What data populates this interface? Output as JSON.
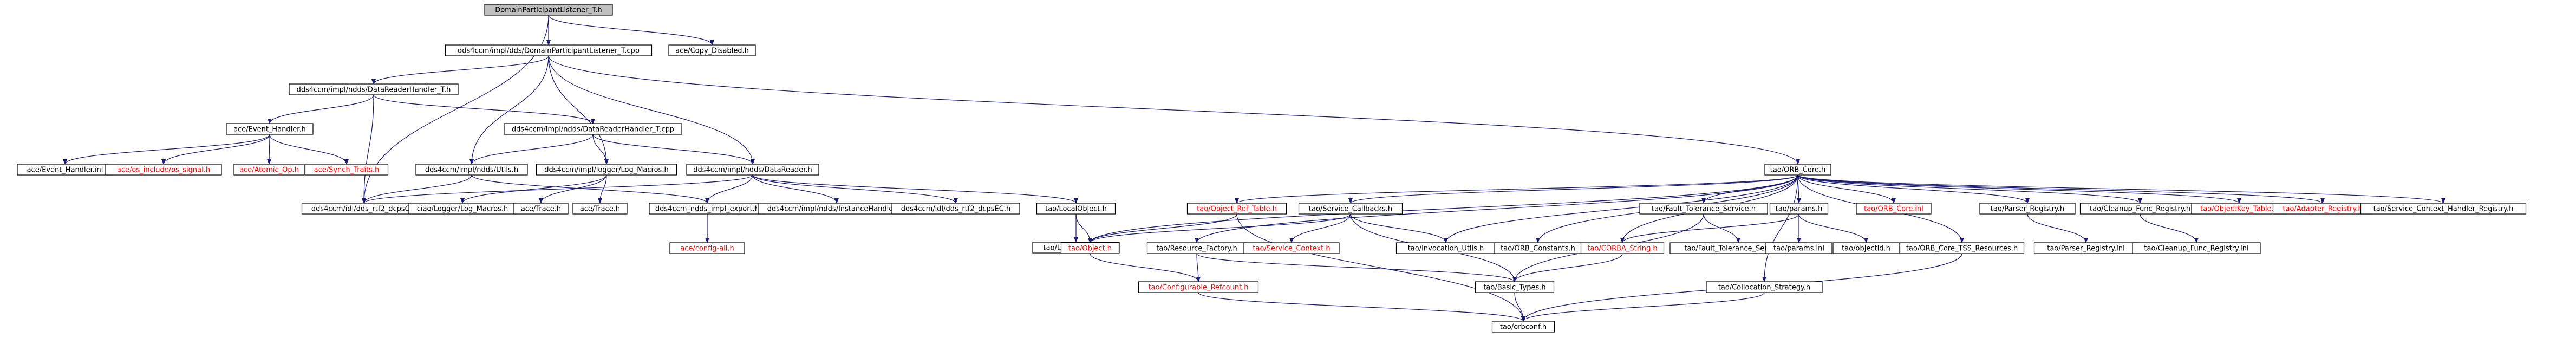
{
  "diagram": {
    "type": "include-dependency-graph",
    "edge_color": "#191970",
    "root_fill": "#bfbfbf",
    "missing_file_text_color": "#ff0000",
    "nodes": [
      {
        "id": "root",
        "label": "DomainParticipantListener_T.h",
        "root": true
      },
      {
        "id": "dplt_cpp",
        "label": "dds4ccm/impl/dds/DomainParticipantListener_T.cpp"
      },
      {
        "id": "copy_disabled",
        "label": "ace/Copy_Disabled.h"
      },
      {
        "id": "drh_h",
        "label": "dds4ccm/impl/ndds/DataReaderHandler_T.h"
      },
      {
        "id": "event_handler_h",
        "label": "ace/Event_Handler.h"
      },
      {
        "id": "drh_cpp",
        "label": "dds4ccm/impl/ndds/DataReaderHandler_T.cpp"
      },
      {
        "id": "event_handler_inl",
        "label": "ace/Event_Handler.inl"
      },
      {
        "id": "os_signal",
        "label": "ace/os_include/os_signal.h",
        "missing": true
      },
      {
        "id": "atomic_op",
        "label": "ace/Atomic_Op.h",
        "missing": true
      },
      {
        "id": "synch_traits",
        "label": "ace/Synch_Traits.h",
        "missing": true
      },
      {
        "id": "utils_h",
        "label": "dds4ccm/impl/ndds/Utils.h"
      },
      {
        "id": "log_macros_h",
        "label": "dds4ccm/impl/logger/Log_Macros.h"
      },
      {
        "id": "datareader_h",
        "label": "dds4ccm/impl/ndds/DataReader.h"
      },
      {
        "id": "dds_rtf2_dcpsc_h",
        "label": "dds4ccm/idl/dds_rtf2_dcpsC.h"
      },
      {
        "id": "ciao_log_macros",
        "label": "ciao/Logger/Log_Macros.h"
      },
      {
        "id": "ace_trace",
        "label": "ace/Trace.h"
      },
      {
        "id": "ace_trace2",
        "label": "ace/Trace.h"
      },
      {
        "id": "ndds_export",
        "label": "dds4ccm_ndds_impl_export.h"
      },
      {
        "id": "config_all",
        "label": "ace/config-all.h",
        "missing": true
      },
      {
        "id": "instance_handle",
        "label": "dds4ccm/impl/ndds/InstanceHandle_t.h"
      },
      {
        "id": "dds_rtf2_dcpsec_h",
        "label": "dds4ccm/idl/dds_rtf2_dcpsEC.h"
      },
      {
        "id": "local_object_h",
        "label": "tao/LocalObject.h"
      },
      {
        "id": "local_object_inl",
        "label": "tao/LocalObject.inl"
      },
      {
        "id": "orb_core_h",
        "label": "tao/ORB_Core.h"
      },
      {
        "id": "object_ref_table",
        "label": "tao/Object_Ref_Table.h",
        "missing": true
      },
      {
        "id": "tao_object_h",
        "label": "tao/Object.h",
        "missing": true
      },
      {
        "id": "service_callbacks",
        "label": "tao/Service_Callbacks.h"
      },
      {
        "id": "resource_factory",
        "label": "tao/Resource_Factory.h"
      },
      {
        "id": "service_context",
        "label": "tao/Service_Context.h",
        "missing": true
      },
      {
        "id": "configurable_refcount",
        "label": "tao/Configurable_Refcount.h",
        "missing": true
      },
      {
        "id": "invocation_utils",
        "label": "tao/Invocation_Utils.h"
      },
      {
        "id": "orb_constants",
        "label": "tao/ORB_Constants.h"
      },
      {
        "id": "ft_service",
        "label": "tao/Fault_Tolerance_Service.h"
      },
      {
        "id": "corba_string",
        "label": "tao/CORBA_String.h",
        "missing": true
      },
      {
        "id": "ft_service_inl",
        "label": "tao/Fault_Tolerance_Service.inl"
      },
      {
        "id": "basic_types",
        "label": "tao/Basic_Types.h"
      },
      {
        "id": "params_h",
        "label": "tao/params.h"
      },
      {
        "id": "params_inl",
        "label": "tao/params.inl"
      },
      {
        "id": "objectid",
        "label": "tao/objectid.h"
      },
      {
        "id": "orb_core_inl",
        "label": "tao/ORB_Core.inl",
        "missing": true
      },
      {
        "id": "tss_resources",
        "label": "tao/ORB_Core_TSS_Resources.h"
      },
      {
        "id": "collocation",
        "label": "tao/Collocation_Strategy.h"
      },
      {
        "id": "orbconf",
        "label": "tao/orbconf.h"
      },
      {
        "id": "parser_registry",
        "label": "tao/Parser_Registry.h"
      },
      {
        "id": "parser_registry_inl",
        "label": "tao/Parser_Registry.inl"
      },
      {
        "id": "cleanup_registry",
        "label": "tao/Cleanup_Func_Registry.h"
      },
      {
        "id": "cleanup_registry_inl",
        "label": "tao/Cleanup_Func_Registry.inl"
      },
      {
        "id": "objectkey_table",
        "label": "tao/ObjectKey_Table.h",
        "missing": true
      },
      {
        "id": "adapter_registry",
        "label": "tao/Adapter_Registry.h",
        "missing": true
      },
      {
        "id": "sc_handler_registry",
        "label": "tao/Service_Context_Handler_Registry.h"
      }
    ],
    "edges": [
      [
        "root",
        "dplt_cpp"
      ],
      [
        "root",
        "copy_disabled"
      ],
      [
        "root",
        "dds_rtf2_dcpsc_h"
      ],
      [
        "dplt_cpp",
        "drh_h"
      ],
      [
        "dplt_cpp",
        "utils_h"
      ],
      [
        "dplt_cpp",
        "log_macros_h"
      ],
      [
        "dplt_cpp",
        "datareader_h"
      ],
      [
        "dplt_cpp",
        "orb_core_h"
      ],
      [
        "drh_h",
        "event_handler_h"
      ],
      [
        "drh_h",
        "drh_cpp"
      ],
      [
        "drh_h",
        "dds_rtf2_dcpsc_h"
      ],
      [
        "event_handler_h",
        "event_handler_inl"
      ],
      [
        "event_handler_h",
        "os_signal"
      ],
      [
        "event_handler_h",
        "atomic_op"
      ],
      [
        "event_handler_h",
        "synch_traits"
      ],
      [
        "drh_cpp",
        "utils_h"
      ],
      [
        "drh_cpp",
        "log_macros_h"
      ],
      [
        "drh_cpp",
        "datareader_h"
      ],
      [
        "utils_h",
        "dds_rtf2_dcpsc_h"
      ],
      [
        "utils_h",
        "ndds_export"
      ],
      [
        "log_macros_h",
        "ciao_log_macros"
      ],
      [
        "log_macros_h",
        "ace_trace"
      ],
      [
        "log_macros_h",
        "ace_trace2"
      ],
      [
        "datareader_h",
        "dds_rtf2_dcpsc_h"
      ],
      [
        "datareader_h",
        "ndds_export"
      ],
      [
        "datareader_h",
        "instance_handle"
      ],
      [
        "datareader_h",
        "dds_rtf2_dcpsec_h"
      ],
      [
        "datareader_h",
        "local_object_h"
      ],
      [
        "ndds_export",
        "config_all"
      ],
      [
        "local_object_h",
        "local_object_inl"
      ],
      [
        "local_object_h",
        "tao_object_h"
      ],
      [
        "orb_core_h",
        "object_ref_table"
      ],
      [
        "orb_core_h",
        "tao_object_h"
      ],
      [
        "orb_core_h",
        "service_callbacks"
      ],
      [
        "orb_core_h",
        "resource_factory"
      ],
      [
        "orb_core_h",
        "invocation_utils"
      ],
      [
        "orb_core_h",
        "orb_constants"
      ],
      [
        "orb_core_h",
        "ft_service"
      ],
      [
        "orb_core_h",
        "corba_string"
      ],
      [
        "orb_core_h",
        "params_h"
      ],
      [
        "orb_core_h",
        "orb_core_inl"
      ],
      [
        "orb_core_h",
        "tss_resources"
      ],
      [
        "orb_core_h",
        "collocation"
      ],
      [
        "orb_core_h",
        "parser_registry"
      ],
      [
        "orb_core_h",
        "cleanup_registry"
      ],
      [
        "orb_core_h",
        "objectkey_table"
      ],
      [
        "orb_core_h",
        "adapter_registry"
      ],
      [
        "orb_core_h",
        "sc_handler_registry"
      ],
      [
        "object_ref_table",
        "tao_object_h"
      ],
      [
        "object_ref_table",
        "orbconf"
      ],
      [
        "service_callbacks",
        "tao_object_h"
      ],
      [
        "service_callbacks",
        "service_context"
      ],
      [
        "service_callbacks",
        "invocation_utils"
      ],
      [
        "service_callbacks",
        "basic_types"
      ],
      [
        "resource_factory",
        "configurable_refcount"
      ],
      [
        "resource_factory",
        "basic_types"
      ],
      [
        "tao_object_h",
        "configurable_refcount"
      ],
      [
        "ft_service",
        "ft_service_inl"
      ],
      [
        "ft_service",
        "basic_types"
      ],
      [
        "corba_string",
        "basic_types"
      ],
      [
        "params_h",
        "params_inl"
      ],
      [
        "params_h",
        "objectid"
      ],
      [
        "params_h",
        "corba_string"
      ],
      [
        "configurable_refcount",
        "orbconf"
      ],
      [
        "basic_types",
        "orbconf"
      ],
      [
        "tss_resources",
        "orbconf"
      ],
      [
        "collocation",
        "orbconf"
      ],
      [
        "parser_registry",
        "parser_registry_inl"
      ],
      [
        "cleanup_registry",
        "cleanup_registry_inl"
      ]
    ]
  }
}
